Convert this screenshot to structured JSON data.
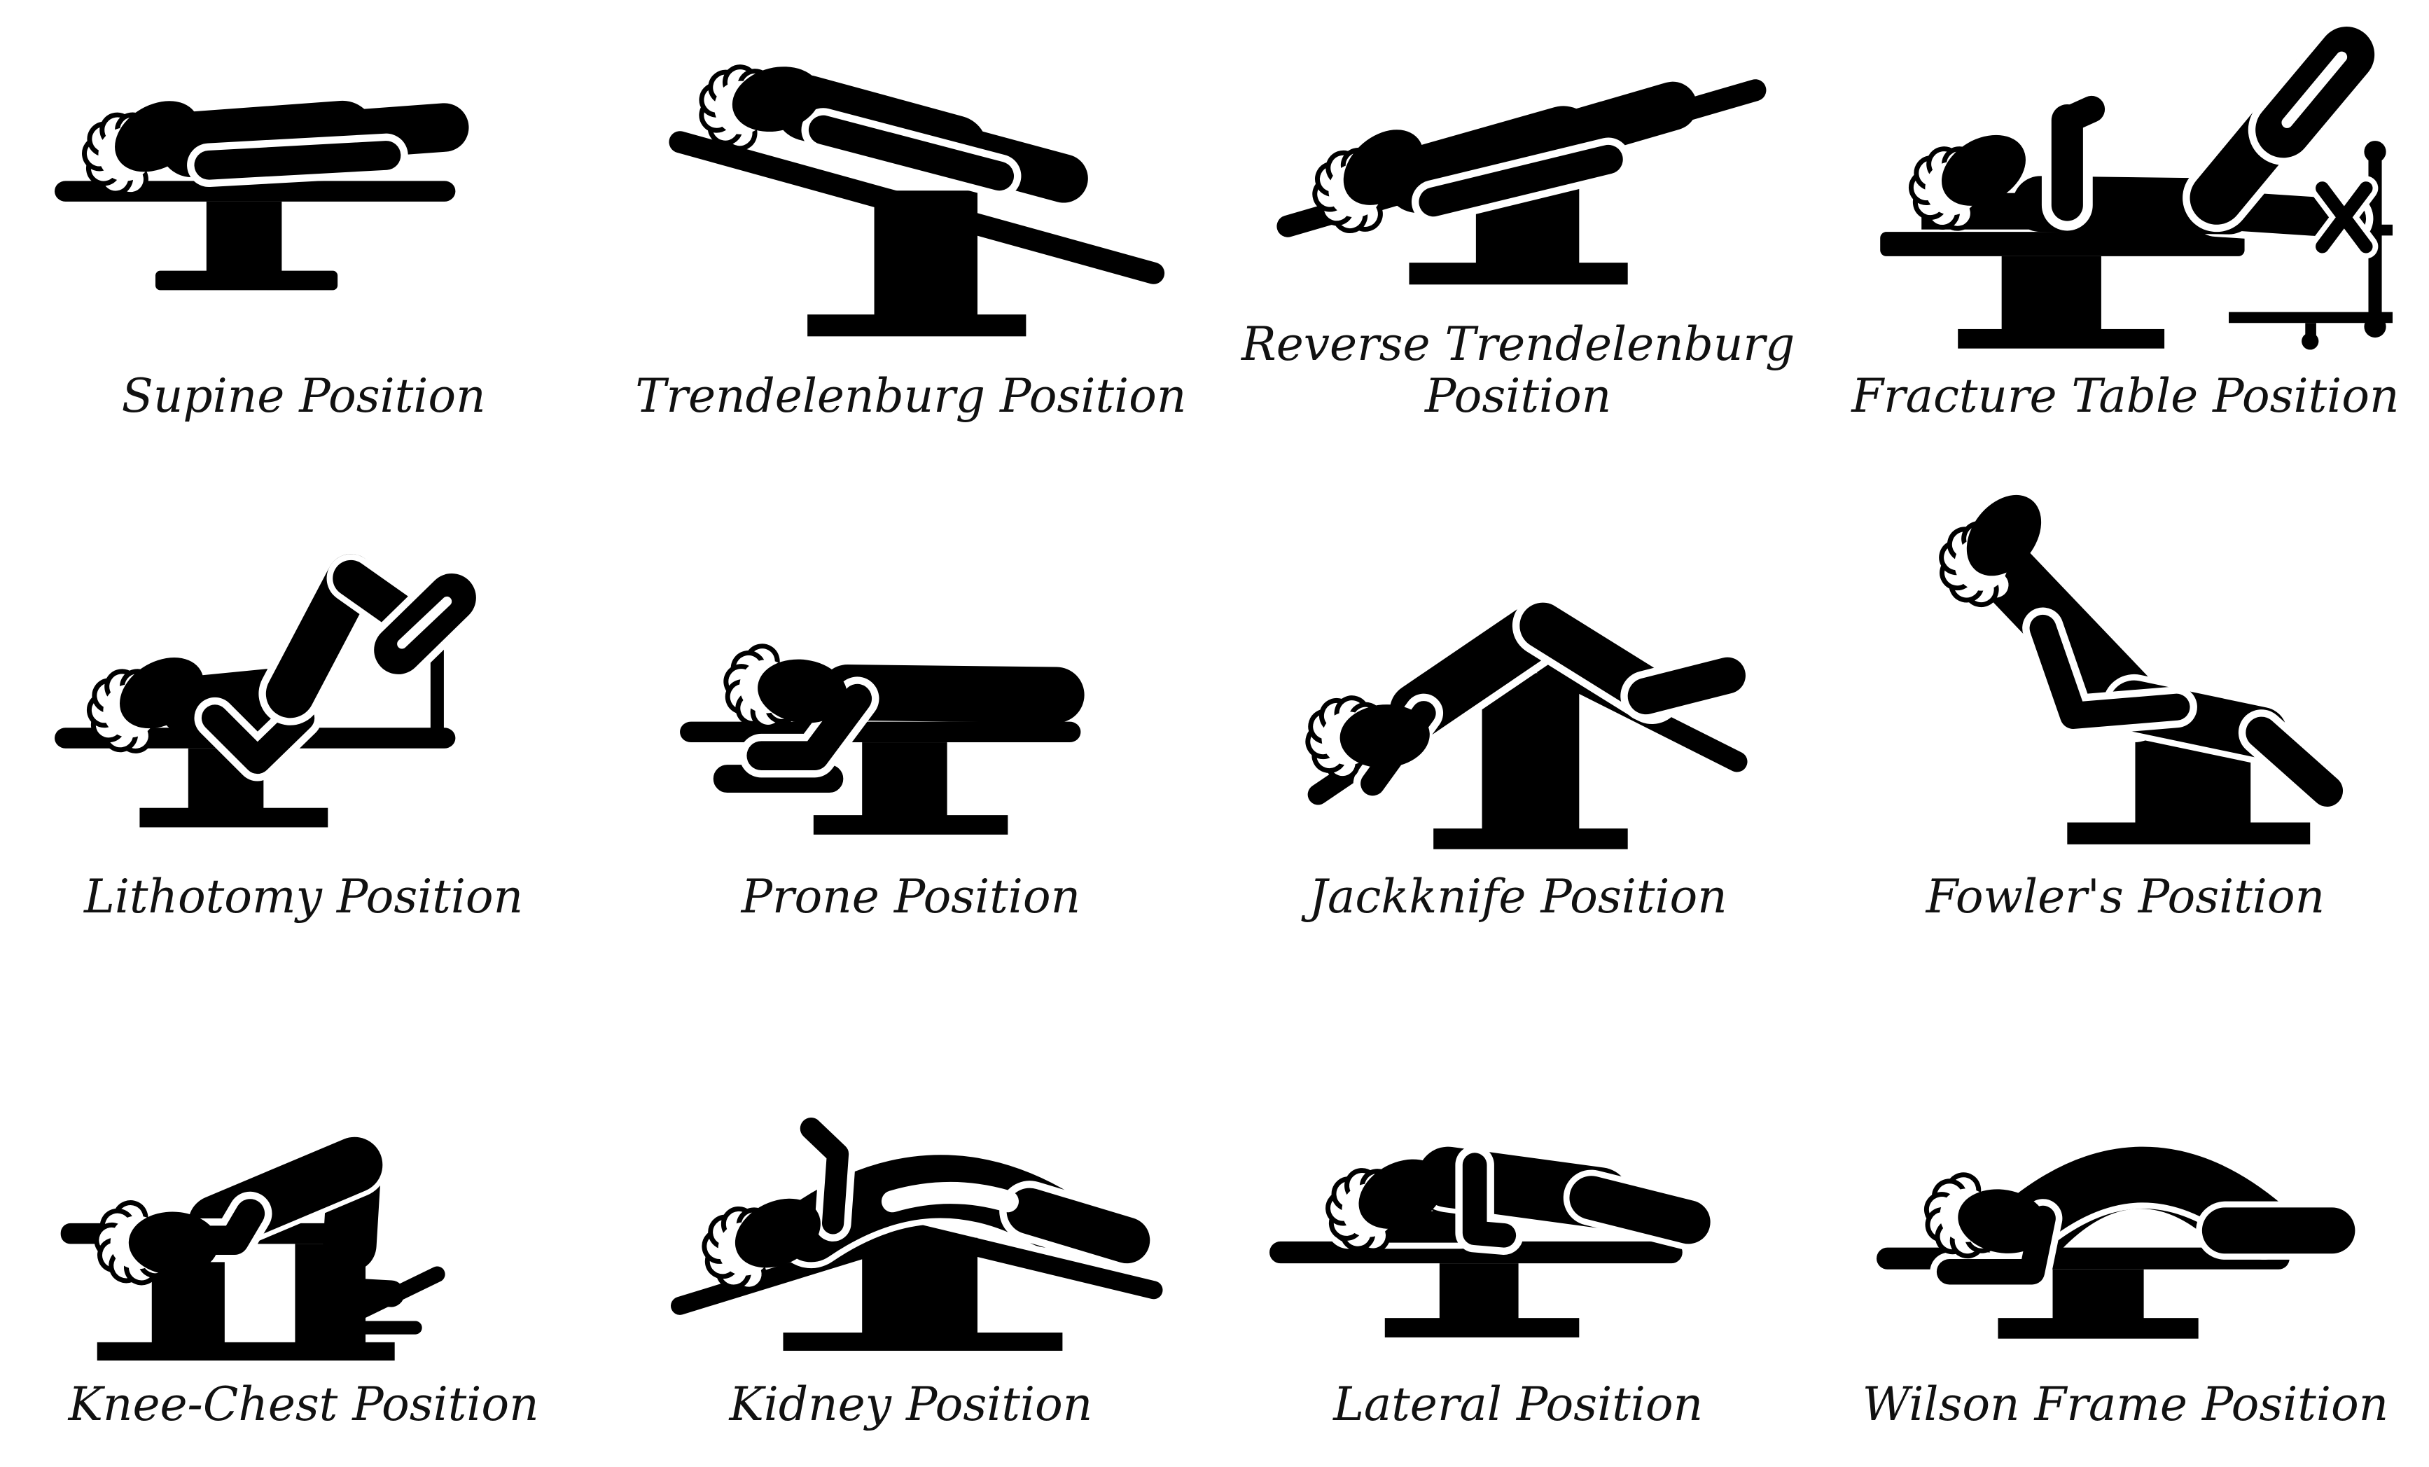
{
  "page": {
    "background_color": "#ffffff",
    "icon_color": "#000000",
    "label_color": "#111111",
    "description": "Surgical operating table patient positions pictogram set, 4 columns x 3 rows"
  },
  "items": [
    {
      "id": "supine",
      "label": "Supine Position"
    },
    {
      "id": "trendelenburg",
      "label": "Trendelenburg Position"
    },
    {
      "id": "reverse-trendelenburg",
      "label": "Reverse Trendelenburg Position"
    },
    {
      "id": "fracture-table",
      "label": "Fracture Table Position"
    },
    {
      "id": "lithotomy",
      "label": "Lithotomy Position"
    },
    {
      "id": "prone",
      "label": "Prone Position"
    },
    {
      "id": "jackknife",
      "label": "Jackknife Position"
    },
    {
      "id": "fowlers",
      "label": "Fowler's Position"
    },
    {
      "id": "knee-chest",
      "label": "Knee-Chest Position"
    },
    {
      "id": "kidney",
      "label": "Kidney Position"
    },
    {
      "id": "lateral",
      "label": "Lateral Position"
    },
    {
      "id": "wilson-frame",
      "label": "Wilson Frame Position"
    }
  ]
}
